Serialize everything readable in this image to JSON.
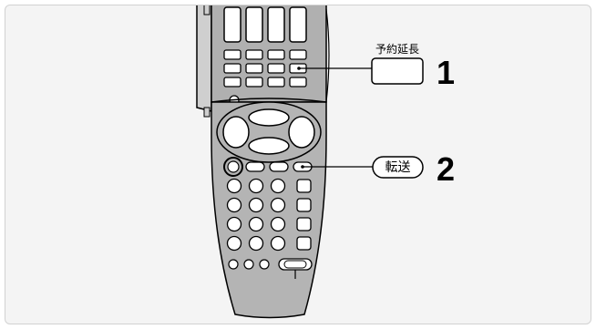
{
  "callouts": [
    {
      "label": "予約延長",
      "step": "1"
    },
    {
      "label": "転送",
      "step": "2"
    }
  ],
  "colors": {
    "panel_background": "#f4f4f4",
    "remote_body": "#b4b4b4",
    "ink": "#000000"
  }
}
